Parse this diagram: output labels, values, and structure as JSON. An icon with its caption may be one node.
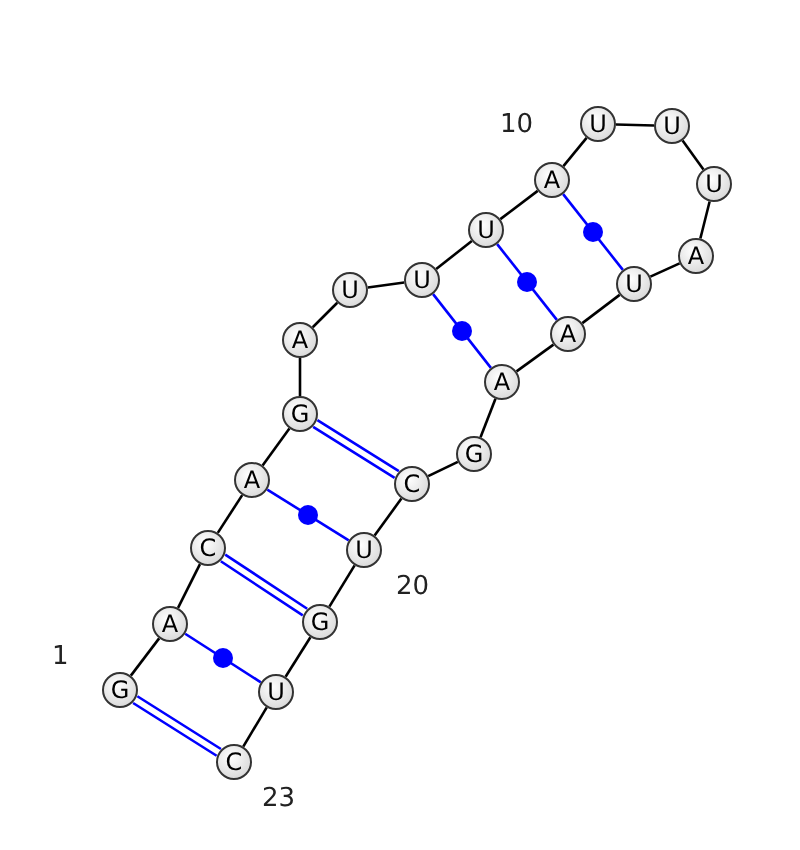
{
  "diagram": {
    "nodes": [
      {
        "text": [
          "G"
        ],
        "beside": [
          "1"
        ]
      },
      {
        "text": [
          "A"
        ]
      },
      {
        "text": [
          "C"
        ]
      },
      {
        "text": [
          "A"
        ]
      },
      {
        "text": [
          "G"
        ]
      },
      {
        "text": [
          "A"
        ]
      },
      {
        "text": [
          "U"
        ]
      },
      {
        "text": [
          "U"
        ]
      },
      {
        "text": [
          "U"
        ]
      },
      {
        "text": [
          "A"
        ],
        "beside": [
          "10"
        ]
      },
      {
        "text": [
          "U"
        ]
      },
      {
        "text": [
          "U"
        ]
      },
      {
        "text": [
          "U"
        ]
      },
      {
        "text": [
          "A"
        ]
      },
      {
        "text": [
          "U"
        ]
      },
      {
        "text": [
          "A"
        ]
      },
      {
        "text": [
          "A"
        ]
      },
      {
        "text": [
          "G"
        ]
      },
      {
        "text": [
          "C"
        ]
      },
      {
        "text": [
          "U"
        ],
        "beside": [
          "20"
        ]
      },
      {
        "text": [
          "G"
        ]
      },
      {
        "text": [
          "U"
        ]
      },
      {
        "text": [
          "C"
        ],
        "beside": [
          "23"
        ]
      }
    ],
    "edges": [
      {
        "from": 0,
        "to": 1,
        "arrow": "none"
      },
      {
        "from": 1,
        "to": 2,
        "arrow": "none"
      },
      {
        "from": 2,
        "to": 3,
        "arrow": "none"
      },
      {
        "from": 3,
        "to": 4,
        "arrow": "none"
      },
      {
        "from": 4,
        "to": 5,
        "arrow": "none"
      },
      {
        "from": 5,
        "to": 6,
        "arrow": "none"
      },
      {
        "from": 6,
        "to": 7,
        "arrow": "none"
      },
      {
        "from": 7,
        "to": 8,
        "arrow": "none"
      },
      {
        "from": 8,
        "to": 9,
        "arrow": "none"
      },
      {
        "from": 9,
        "to": 10,
        "arrow": "none"
      },
      {
        "from": 10,
        "to": 11,
        "arrow": "none"
      },
      {
        "from": 11,
        "to": 12,
        "arrow": "none"
      },
      {
        "from": 12,
        "to": 13,
        "arrow": "none"
      },
      {
        "from": 13,
        "to": 14,
        "arrow": "none"
      },
      {
        "from": 14,
        "to": 15,
        "arrow": "none"
      },
      {
        "from": 15,
        "to": 16,
        "arrow": "none"
      },
      {
        "from": 16,
        "to": 17,
        "arrow": "none"
      },
      {
        "from": 17,
        "to": 18,
        "arrow": "none"
      },
      {
        "from": 18,
        "to": 19,
        "arrow": "none"
      },
      {
        "from": 19,
        "to": 20,
        "arrow": "none"
      },
      {
        "from": 20,
        "to": 21,
        "arrow": "none"
      },
      {
        "from": 21,
        "to": 22,
        "arrow": "none"
      },
      {
        "from": 0,
        "to": 22,
        "arrow": "none",
        "color": "#0000ff"
      },
      {
        "from": 1,
        "to": 21,
        "arrow": "none",
        "color": "#0000ff"
      },
      {
        "from": 2,
        "to": 20,
        "arrow": "none",
        "color": "#0000ff"
      },
      {
        "from": 3,
        "to": 19,
        "arrow": "none",
        "color": "#0000ff"
      },
      {
        "from": 4,
        "to": 18,
        "arrow": "none",
        "color": "#0000ff"
      },
      {
        "from": 7,
        "to": 16,
        "arrow": "none",
        "color": "#0000ff"
      },
      {
        "from": 8,
        "to": 15,
        "arrow": "none",
        "color": "#0000ff"
      },
      {
        "from": 9,
        "to": 14,
        "arrow": "none",
        "color": "#0000ff"
      }
    ]
  }
}
